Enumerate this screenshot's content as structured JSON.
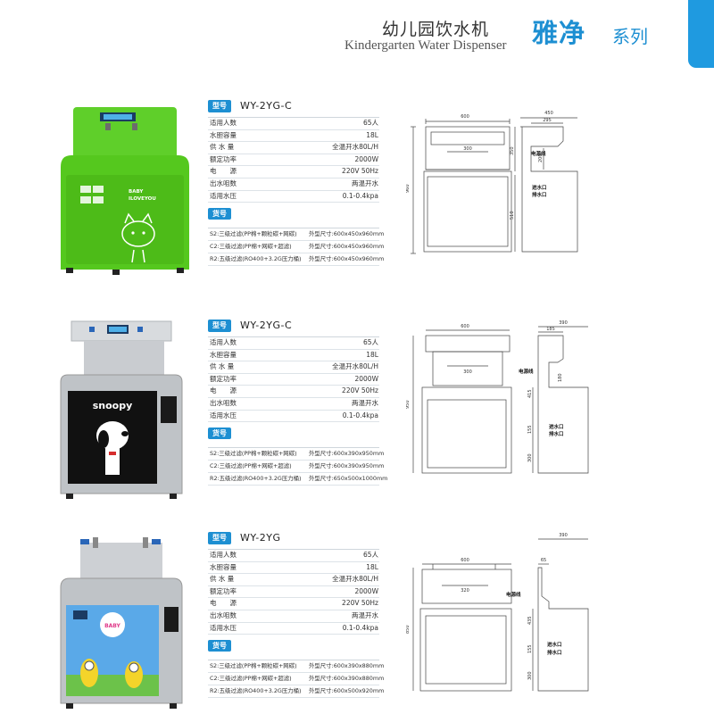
{
  "header": {
    "title_cn": "幼儿园饮水机",
    "title_en": "Kindergarten Water Dispenser",
    "series_main": "雅净",
    "series_sub": "系列",
    "accent_color": "#1d8fd2"
  },
  "labels": {
    "model_tag": "型号",
    "code_tag": "货号"
  },
  "products": [
    {
      "model": "WY-2YG-C",
      "photo_text": {
        "line1": "BABY",
        "line2": "ILOVEYOU"
      },
      "specs": [
        {
          "k": "适用人数",
          "v": "65人"
        },
        {
          "k": "水胆容量",
          "v": "18L"
        },
        {
          "k": "供 水 量",
          "v": "全温开水80L/H"
        },
        {
          "k": "额定功率",
          "v": "2000W"
        },
        {
          "k": "电　　源",
          "v": "220V 50Hz"
        },
        {
          "k": "出水咀数",
          "v": "两温开水"
        },
        {
          "k": "适用水压",
          "v": "0.1-0.4kpa"
        }
      ],
      "filters": [
        {
          "desc": "S2:三级过滤(PP棉+颗粒碳+网碳)",
          "size": "外型尺寸:600x450x960mm"
        },
        {
          "desc": "C2:三级过滤(PP棉+网碳+超滤)",
          "size": "外型尺寸:600x450x960mm"
        },
        {
          "desc": "R2:五级过滤(RO400+3.2G压力桶)",
          "size": "外型尺寸:600x450x960mm"
        }
      ],
      "dims": {
        "front_width": "600",
        "tap_spacing": "300",
        "height": "960",
        "upper_h": "350",
        "lower_h": "510",
        "side_width": "450",
        "side_top": "295",
        "side_mid": "200",
        "power": "电源线",
        "inlet": "进水口",
        "drain": "排水口"
      }
    },
    {
      "model": "WY-2YG-C",
      "photo_text": {
        "line1": "snoopy"
      },
      "specs": [
        {
          "k": "适用人数",
          "v": "65人"
        },
        {
          "k": "水胆容量",
          "v": "18L"
        },
        {
          "k": "供 水 量",
          "v": "全温开水80L/H"
        },
        {
          "k": "额定功率",
          "v": "2000W"
        },
        {
          "k": "电　　源",
          "v": "220V 50Hz"
        },
        {
          "k": "出水咀数",
          "v": "两温开水"
        },
        {
          "k": "适用水压",
          "v": "0.1-0.4kpa"
        }
      ],
      "filters": [
        {
          "desc": "S2:三级过滤(PP棉+颗粒碳+网碳)",
          "size": "外型尺寸:600x390x950mm"
        },
        {
          "desc": "C2:三级过滤(PP棉+网碳+超滤)",
          "size": "外型尺寸:600x390x950mm"
        },
        {
          "desc": "R2:五级过滤(RO400+3.2G压力桶)",
          "size": "外型尺寸:650x500x1000mm"
        }
      ],
      "dims": {
        "front_width": "600",
        "tap_spacing": "300",
        "height": "950",
        "upper_h": "415",
        "lower_h": "300",
        "mid_h": "155",
        "side_width": "390",
        "side_top": "185",
        "side_mid": "180",
        "power": "电源线",
        "inlet": "进水口",
        "drain": "排水口"
      }
    },
    {
      "model": "WY-2YG",
      "photo_text": {
        "line1": "BABY"
      },
      "specs": [
        {
          "k": "适用人数",
          "v": "65人"
        },
        {
          "k": "水胆容量",
          "v": "18L"
        },
        {
          "k": "供 水 量",
          "v": "全温开水80L/H"
        },
        {
          "k": "额定功率",
          "v": "2000W"
        },
        {
          "k": "电　　源",
          "v": "220V 50Hz"
        },
        {
          "k": "出水咀数",
          "v": "两温开水"
        },
        {
          "k": "适用水压",
          "v": "0.1-0.4kpa"
        }
      ],
      "filters": [
        {
          "desc": "S2:三级过滤(PP棉+颗粒碳+网碳)",
          "size": "外型尺寸:600x390x880mm"
        },
        {
          "desc": "C2:三级过滤(PP棉+网碳+超滤)",
          "size": "外型尺寸:600x390x880mm"
        },
        {
          "desc": "R2:五级过滤(RO400+3.2G压力桶)",
          "size": "外型尺寸:600x500x920mm"
        }
      ],
      "dims": {
        "front_width": "600",
        "tap_spacing": "320",
        "height": "850",
        "upper_h": "435",
        "lower_h": "300",
        "mid_h": "155",
        "side_width": "390",
        "side_top": "65",
        "side_mid": "",
        "power": "电源线",
        "inlet": "进水口",
        "drain": "排水口"
      }
    }
  ]
}
